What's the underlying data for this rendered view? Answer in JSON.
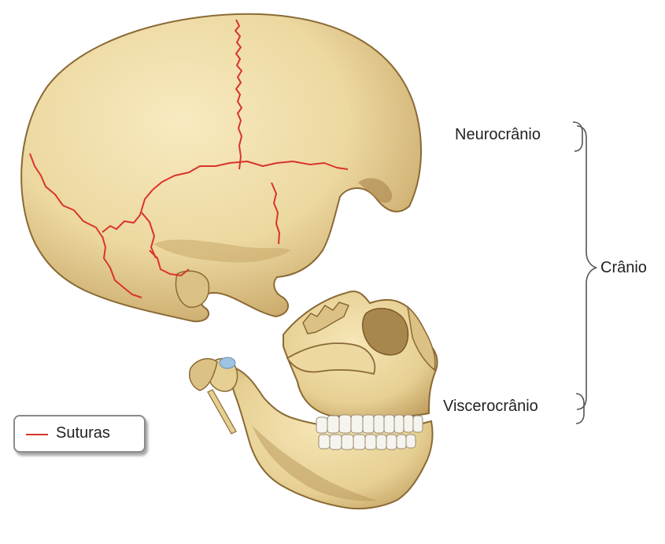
{
  "labels": {
    "neurocranio": "Neurocrânio",
    "viscerocranio": "Viscerocrânio",
    "cranio": "Crânio"
  },
  "legend": {
    "suturas": "Suturas"
  },
  "colors": {
    "bone": "#ecd8a0",
    "bone_shadow": "#c9a768",
    "bone_outline": "#8a6a35",
    "suture": "#d9342b",
    "teeth": "#f6f4ee",
    "cartilage": "#9ec3e3",
    "bracket": "#555555"
  }
}
